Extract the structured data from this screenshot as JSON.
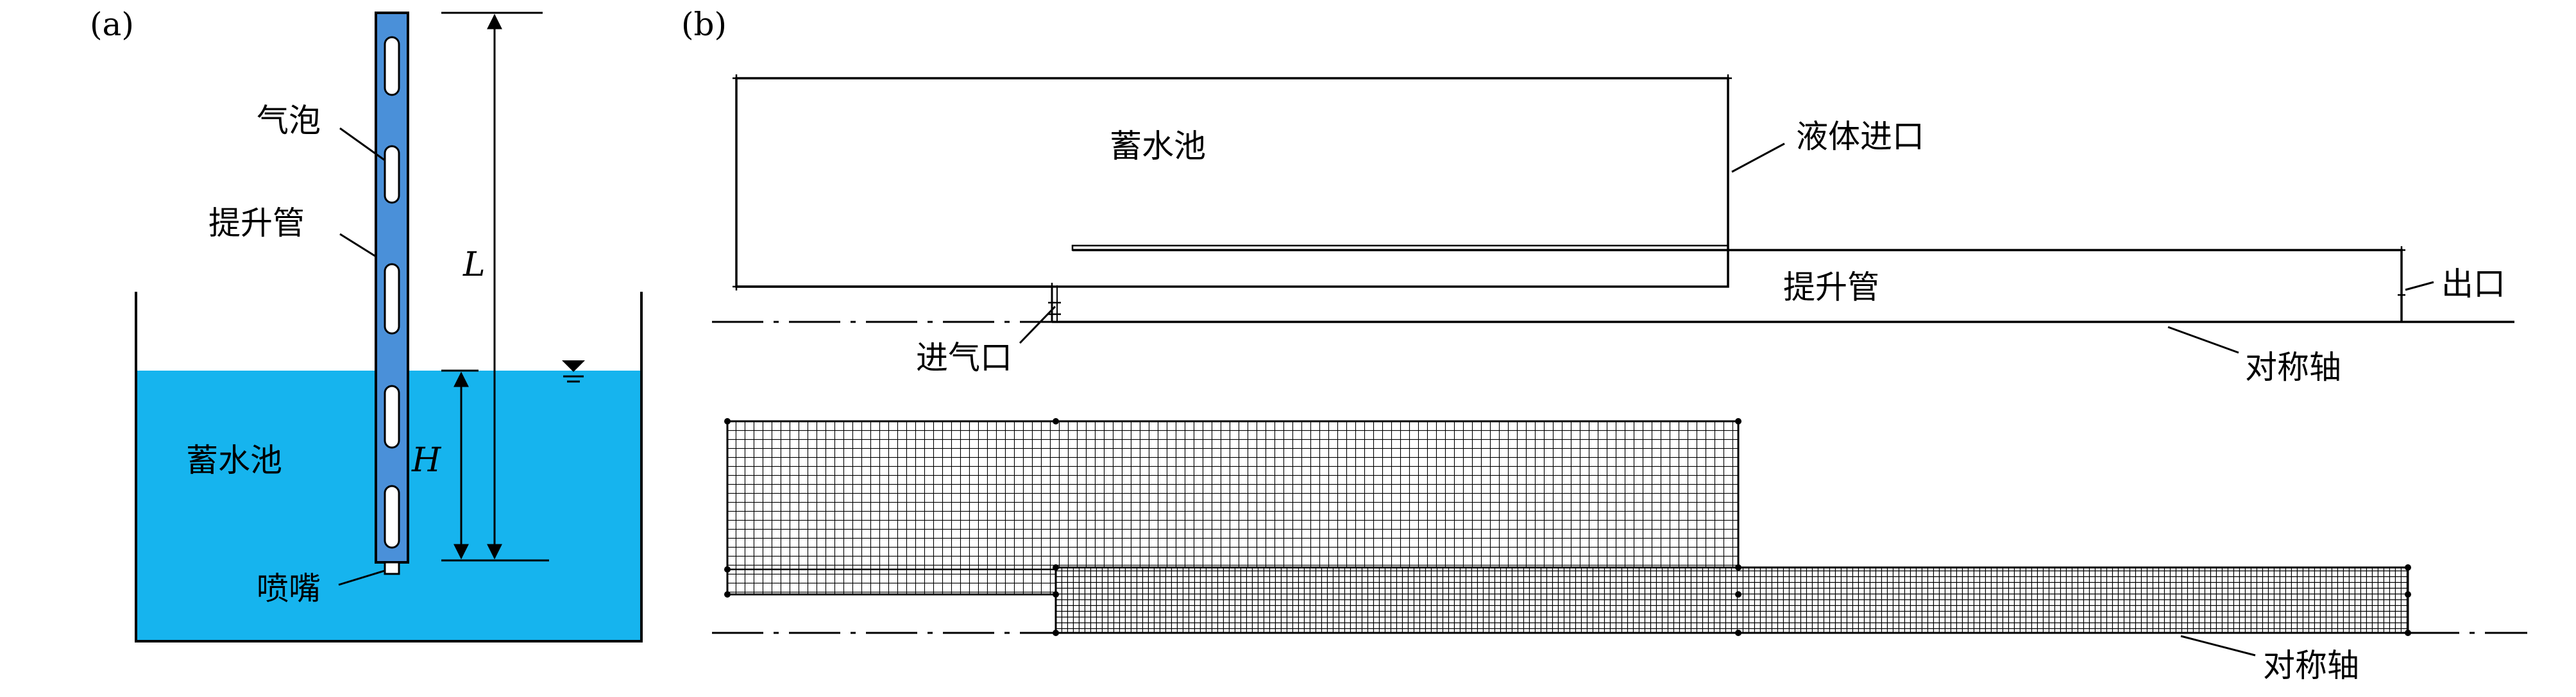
{
  "panel_a": {
    "label": "(a)",
    "labels": {
      "bubble": "气泡",
      "riser": "提升管",
      "reservoir": "蓄水池",
      "nozzle": "喷嘴",
      "length": "L",
      "head": "H"
    },
    "colors": {
      "water": "#16b4ee",
      "tube": "#4a90d9",
      "outline": "#000000"
    },
    "icons": [
      "water-level-icon"
    ]
  },
  "panel_b": {
    "label": "(b)",
    "labels": {
      "reservoir": "蓄水池",
      "liquid_inlet": "液体进口",
      "riser": "提升管",
      "outlet": "出口",
      "air_inlet": "进气口",
      "axis_top": "对称轴",
      "axis_bottom": "对称轴"
    }
  }
}
